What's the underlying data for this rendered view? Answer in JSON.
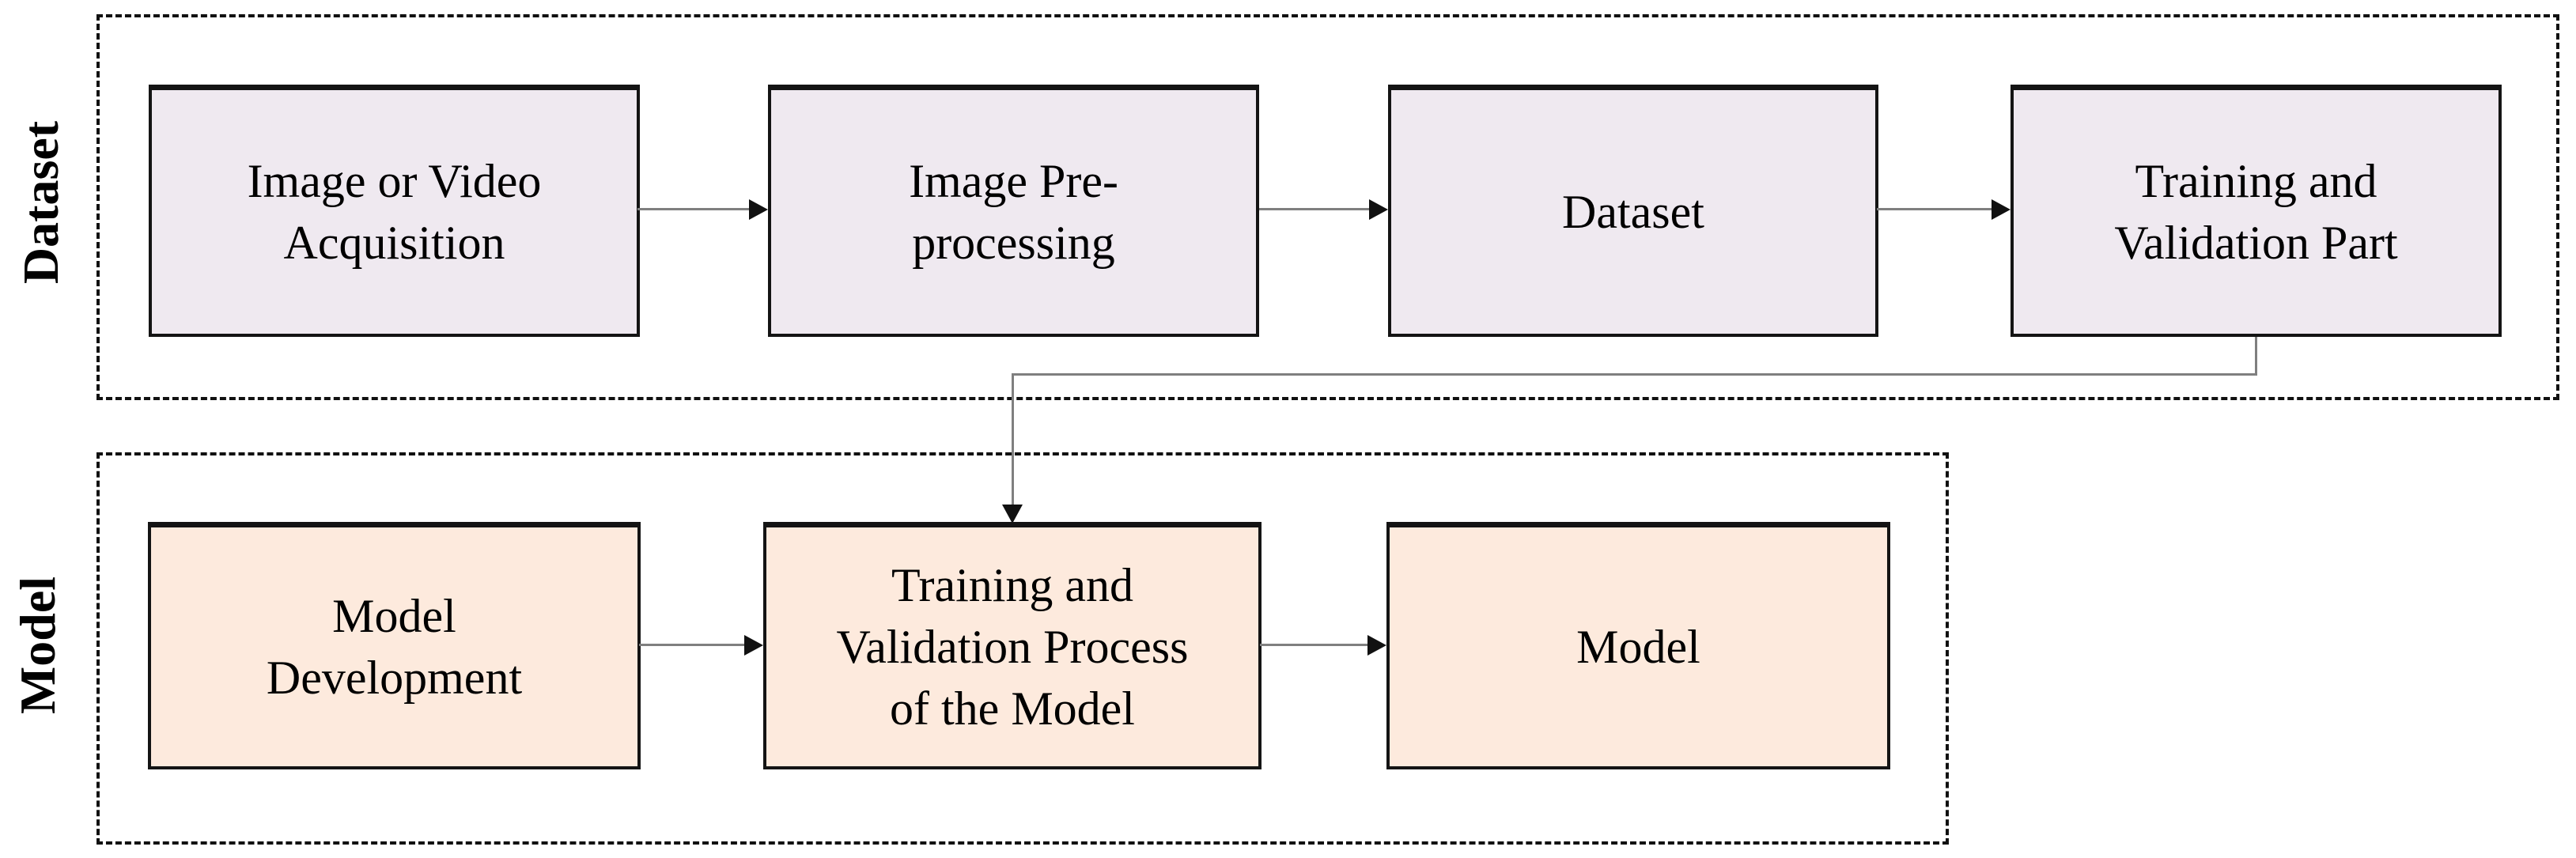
{
  "sections": {
    "dataset": {
      "label": "Dataset",
      "boxes": [
        {
          "label": "Image or Video\nAcquisition"
        },
        {
          "label": "Image Pre-\nprocessing"
        },
        {
          "label": "Dataset"
        },
        {
          "label": "Training and\nValidation Part"
        }
      ]
    },
    "model": {
      "label": "Model",
      "boxes": [
        {
          "label": "Model\nDevelopment"
        },
        {
          "label": "Training and\nValidation Process\nof the Model"
        },
        {
          "label": "Model"
        }
      ]
    }
  },
  "flow": [
    {
      "from": "Image or Video Acquisition",
      "to": "Image Pre-processing"
    },
    {
      "from": "Image Pre-processing",
      "to": "Dataset"
    },
    {
      "from": "Dataset",
      "to": "Training and Validation Part"
    },
    {
      "from": "Training and Validation Part",
      "to": "Training and Validation Process of the Model"
    },
    {
      "from": "Model Development",
      "to": "Training and Validation Process of the Model"
    },
    {
      "from": "Training and Validation Process of the Model",
      "to": "Model"
    }
  ],
  "colors": {
    "background": "#FFFFFF",
    "dataset-box-fill": "#EFE9F0",
    "model-box-fill": "#FDEADD",
    "box-border": "#141414",
    "dashed-border": "#111111",
    "connector-line": "#7F7F7F",
    "arrowhead": "#111111",
    "text": "#000000"
  }
}
